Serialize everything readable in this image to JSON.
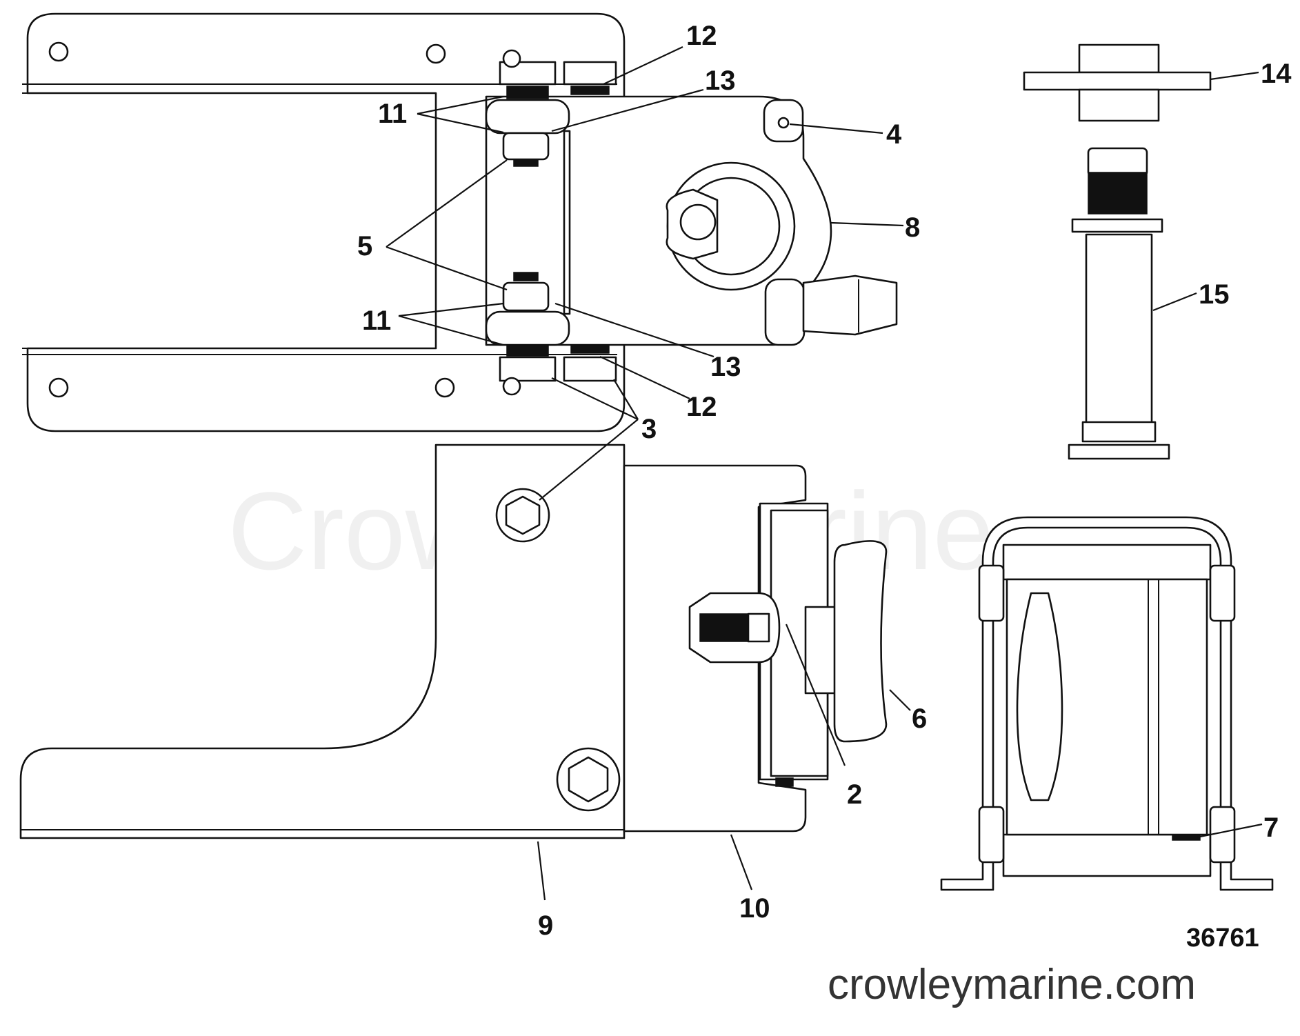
{
  "watermark": "Crowley Marine",
  "website": "crowleymarine.com",
  "diagram_number": "36761",
  "callouts": {
    "c12_top": "12",
    "c13_top": "13",
    "c11_top": "11",
    "c4": "4",
    "c8": "8",
    "c5": "5",
    "c11_bottom": "11",
    "c13_bottom": "13",
    "c12_bottom": "12",
    "c3": "3",
    "c14": "14",
    "c15": "15",
    "c6": "6",
    "c2": "2",
    "c7": "7",
    "c9": "9",
    "c10": "10"
  }
}
